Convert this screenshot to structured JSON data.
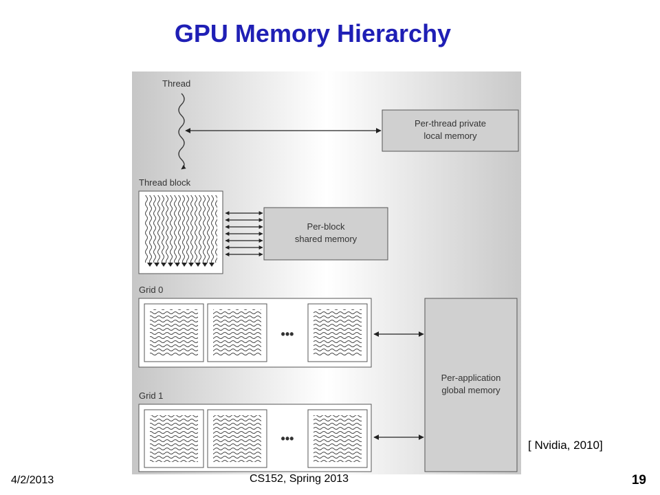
{
  "slide": {
    "title": "GPU Memory Hierarchy",
    "citation": "[ Nvidia, 2010]",
    "footer": {
      "date": "4/2/2013",
      "course": "CS152, Spring 2013",
      "page": "19"
    }
  },
  "diagram": {
    "labels": {
      "thread": "Thread",
      "thread_block": "Thread block",
      "grid0": "Grid 0",
      "grid1": "Grid 1",
      "ellipsis": "•••"
    },
    "memories": {
      "per_thread": [
        "Per-thread private",
        "local memory"
      ],
      "per_block": [
        "Per-block",
        "shared memory"
      ],
      "per_app": [
        "Per-application",
        "global memory"
      ]
    },
    "colors": {
      "bg_light": "#ffffff",
      "bg_dark": "#c9c9c9",
      "box_fill": "#cfcfcf",
      "stroke": "#333333"
    }
  }
}
